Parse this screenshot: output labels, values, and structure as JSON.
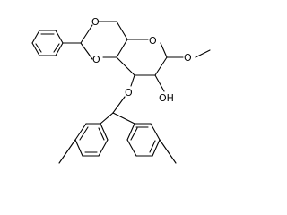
{
  "molecule": {
    "atom_labels": {
      "o_ring_acetal_top": "O",
      "o_ring_acetal_left": "O",
      "o_ring_pyranose": "O",
      "o_methoxy": "O",
      "o_ether": "O",
      "hydroxyl": "OH"
    }
  }
}
